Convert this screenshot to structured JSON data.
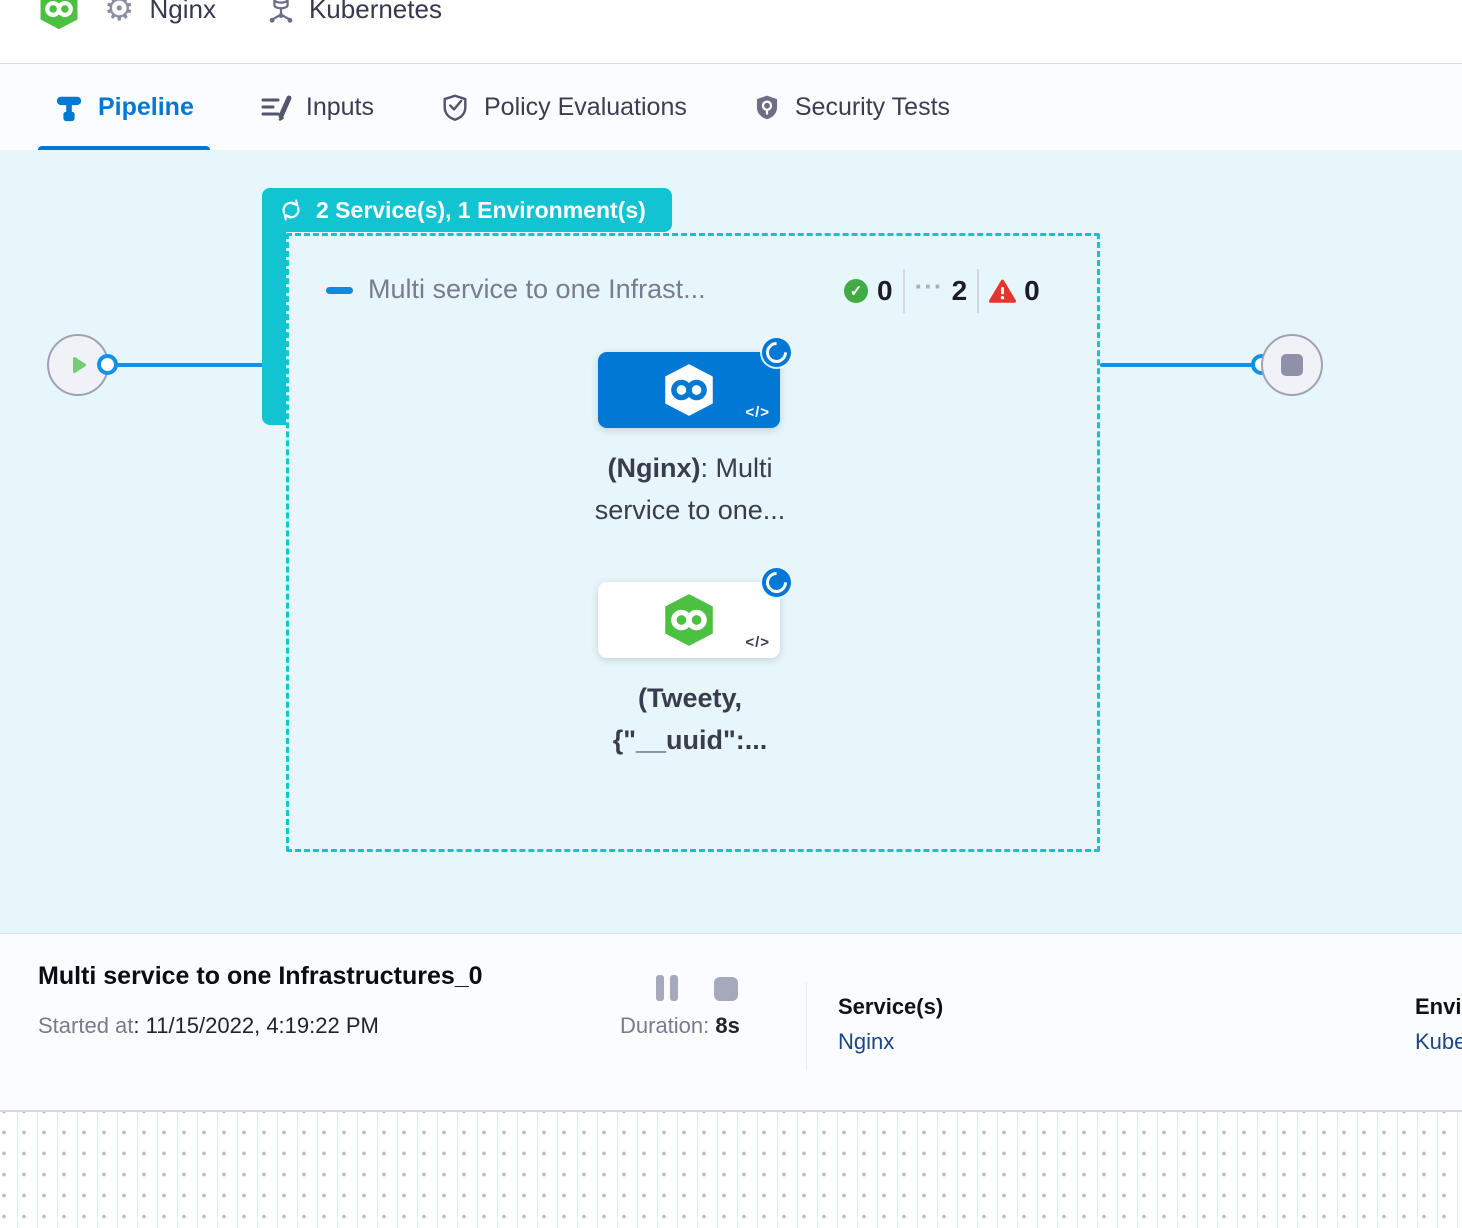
{
  "colors": {
    "accent_blue": "#0278d5",
    "line_blue": "#1191e8",
    "teal": "#12c3d2",
    "success_green": "#42ab45",
    "logo_green": "#4cc141",
    "fail_red": "#e5342b",
    "link_navy": "#1b4584",
    "canvas_bg": "#e7f6fa"
  },
  "breadcrumb": {
    "service": "Nginx",
    "environment": "Kubernetes"
  },
  "tabs": {
    "pipeline": "Pipeline",
    "inputs": "Inputs",
    "policy": "Policy Evaluations",
    "security": "Security Tests"
  },
  "canvas": {
    "group_badge": "2 Service(s), 1 Environment(s)",
    "stage_name": "Multi service to one Infrast...",
    "counts": {
      "success": "0",
      "running": "2",
      "failed": "0"
    },
    "running_dots": "···",
    "node1": {
      "bold": "(Nginx)",
      "rest": ": Multi",
      "line2": "service to one..."
    },
    "node2": {
      "line1": "(Tweety,",
      "line2": "{\"__uuid\":..."
    }
  },
  "icons": {
    "code": "</>",
    "gear": "⚙",
    "check": "✓"
  },
  "summary": {
    "title": "Multi service to one Infrastructures_0",
    "started_label": "Started at",
    "started_value": ": 11/15/2022, 4:19:22 PM",
    "duration_label": "Duration:",
    "duration_value": " 8s",
    "services_label": "Service(s)",
    "services_value": "Nginx",
    "environments_label": "Environment(s)",
    "environments_value": "Kubernetes"
  }
}
